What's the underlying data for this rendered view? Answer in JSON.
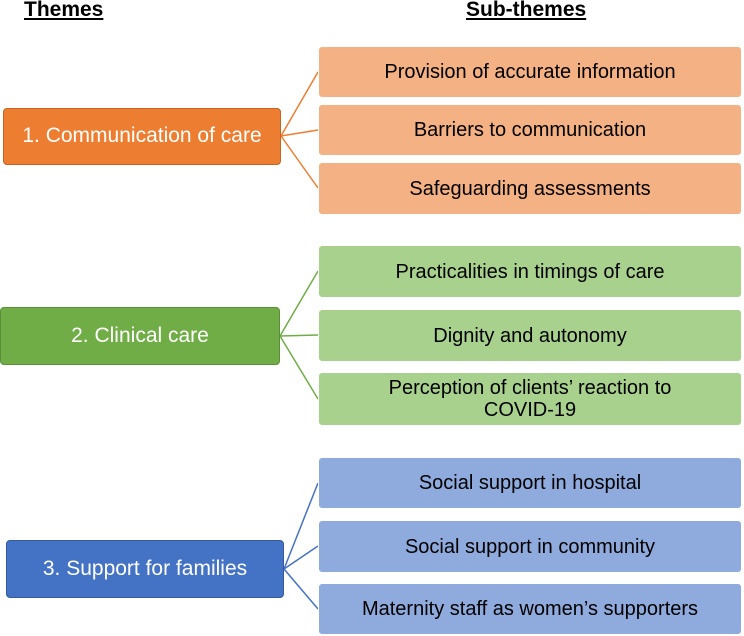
{
  "headers": {
    "themes": "Themes",
    "subthemes": "Sub-themes"
  },
  "themes": [
    {
      "label": "1. Communication of care",
      "color": "#ED7D31",
      "subthemes": [
        "Provision of accurate information",
        "Barriers to communication",
        "Safeguarding assessments"
      ]
    },
    {
      "label": "2. Clinical care",
      "color": "#70AD47",
      "subthemes": [
        "Practicalities in timings of care",
        "Dignity and autonomy",
        "Perception of clients’ reaction to COVID-19"
      ]
    },
    {
      "label": "3. Support for families",
      "color": "#4472C4",
      "subthemes": [
        "Social support in hospital",
        "Social support in community",
        "Maternity staff as women’s supporters"
      ]
    }
  ]
}
